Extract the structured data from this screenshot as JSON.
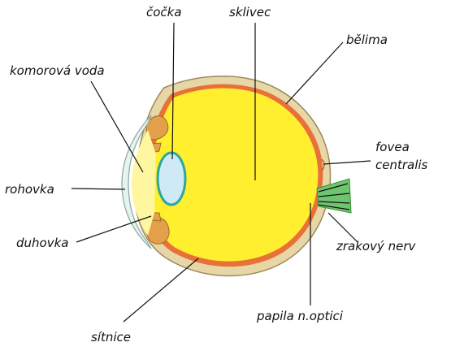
{
  "labels": {
    "cocka": "čočka",
    "sklivec": "sklivec",
    "belima": "bělima",
    "komorova_voda": "komorová voda",
    "fovea_line1": "fovea",
    "fovea_line2": "centralis",
    "rohovka": "rohovka",
    "zrakovy_nerv": "zrakový nerv",
    "duhovka": "duhovka",
    "papila": "papila n.optici",
    "sitnice": "sítnice"
  },
  "colors": {
    "vitreous": "#ffef2e",
    "sclera": "#e8d7a6",
    "retina": "#e8713a",
    "lens_fill": "#cfe9f5",
    "lens_outline": "#2aa7a0",
    "optic_nerve": "#6fc46f",
    "iris": "#e2a04a",
    "cornea": "#e6f3ee"
  }
}
